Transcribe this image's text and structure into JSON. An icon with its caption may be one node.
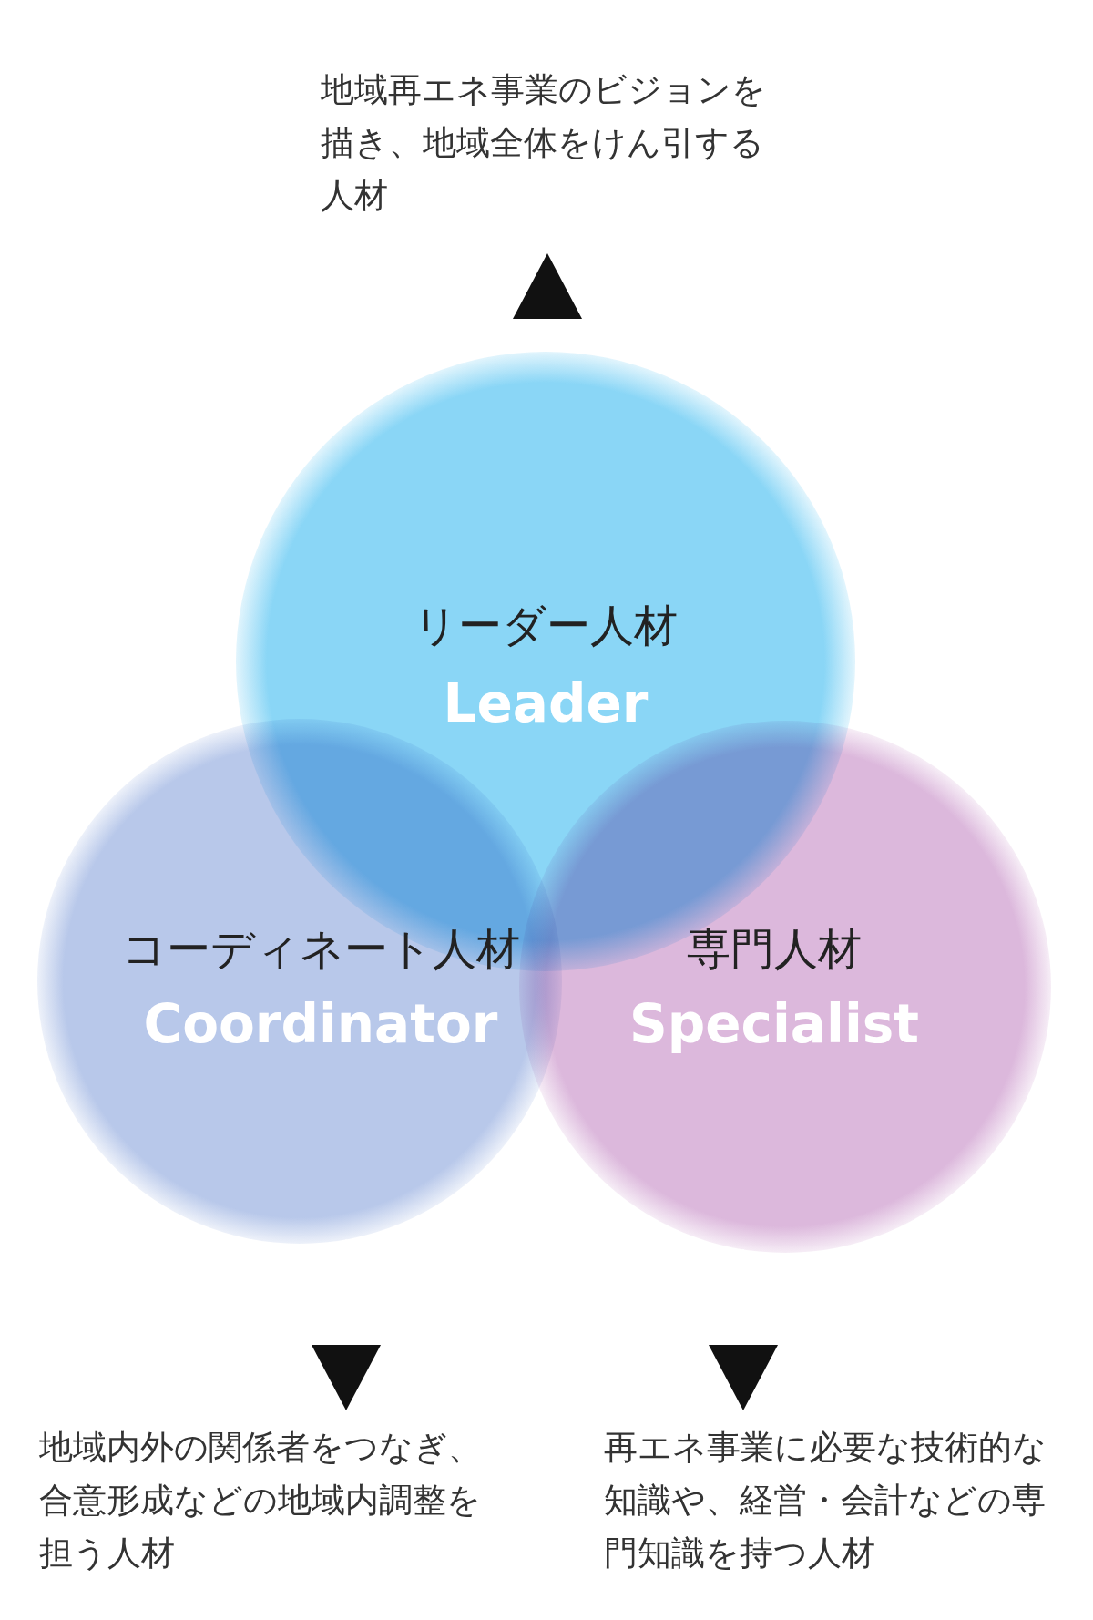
{
  "diagram": {
    "nodes": [
      {
        "text": [
          "地域再エネ事業のビジョンを描き、地域全体をけん引する人材"
        ]
      },
      {
        "text": [
          "リーダー人材",
          "Leader"
        ]
      },
      {
        "text": [
          "コーディネート人材",
          "Coordinator"
        ]
      },
      {
        "text": [
          "専門人材",
          "Specialist"
        ]
      },
      {
        "text": [
          "地域内外の関係者をつなぎ、合意形成などの地域内調整を担う人材"
        ]
      },
      {
        "text": [
          "再エネ事業に必要な技術的な知識や、経営・会計などの専門知識を持つ人材"
        ]
      }
    ],
    "edges": [
      {
        "from": 1,
        "to": 0,
        "arrow": "to"
      },
      {
        "from": 2,
        "to": 4,
        "arrow": "to"
      },
      {
        "from": 3,
        "to": 5,
        "arrow": "to"
      }
    ]
  }
}
